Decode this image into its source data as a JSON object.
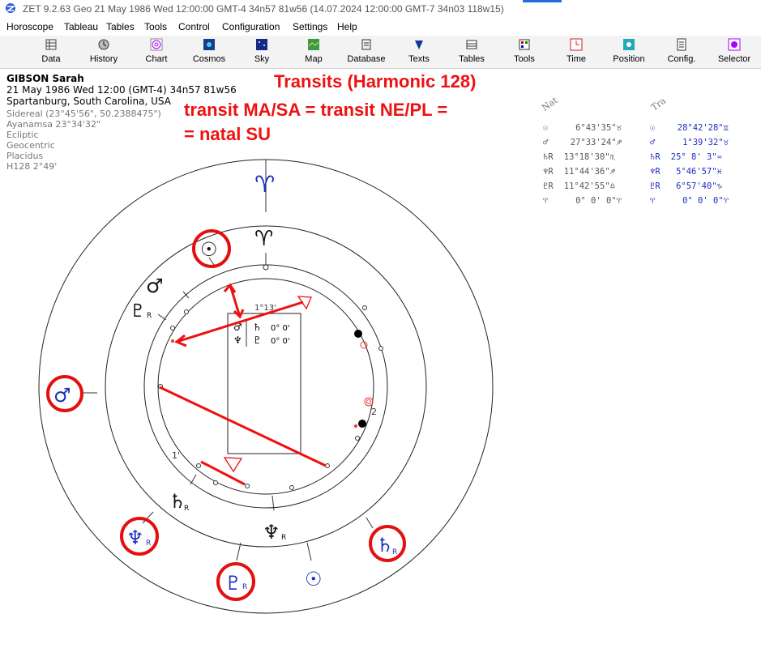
{
  "titlebar": {
    "text": "ZET 9.2.63 Geo   21 May 1986  Wed  12:00:00 GMT-4 34n57  81w56  (14.07.2024  12:00:00 GMT-7 34n03 118w15)"
  },
  "menu": [
    "Horoscope",
    "Tableau",
    "Tables",
    "Tools",
    "Control",
    "Configuration",
    "Settings",
    "Help"
  ],
  "toolbar": [
    {
      "label": "Data",
      "icon": "data-icon"
    },
    {
      "label": "History",
      "icon": "history-icon"
    },
    {
      "label": "Chart",
      "icon": "chart-icon"
    },
    {
      "label": "Cosmos",
      "icon": "cosmos-icon"
    },
    {
      "label": "Sky",
      "icon": "sky-icon"
    },
    {
      "label": "Map",
      "icon": "map-icon"
    },
    {
      "label": "Database",
      "icon": "database-icon"
    },
    {
      "label": "Texts",
      "icon": "texts-icon"
    },
    {
      "label": "Tables",
      "icon": "tables-icon"
    },
    {
      "label": "Tools",
      "icon": "tools-icon"
    },
    {
      "label": "Time",
      "icon": "time-icon"
    },
    {
      "label": "Position",
      "icon": "position-icon"
    },
    {
      "label": "Config.",
      "icon": "config-icon"
    },
    {
      "label": "Selector",
      "icon": "selector-icon"
    }
  ],
  "chart_info": {
    "name": "GIBSON Sarah",
    "datetime": "21 May 1986  Wed  12:00 (GMT-4) 34n57  81w56",
    "place": "Spartanburg, South Carolina, USA",
    "sidereal": "Sidereal (23°45'56\", 50.2388475\")",
    "ayanamsa": "Ayanamsa 23°34'32\"",
    "ecliptic": "Ecliptic",
    "geocentric": "Geocentric",
    "house_system": "Placidus",
    "harmonic": "H128   2°49'"
  },
  "annotations": {
    "title": "Transits (Harmonic 128)",
    "line1": "transit MA/SA = transit NE/PL =",
    "line2": "= natal SU"
  },
  "table": {
    "nat_header": "Nat",
    "tra_header": "Tra",
    "nat_rows": [
      {
        "glyph": "☉",
        "value": "6°43'35\"",
        "sign": "♉"
      },
      {
        "glyph": "♂",
        "value": "27°33'24\"",
        "sign": "♐"
      },
      {
        "glyph": "♄R",
        "value": "13°18'30\"",
        "sign": "♏"
      },
      {
        "glyph": "♆R",
        "value": "11°44'36\"",
        "sign": "♐"
      },
      {
        "glyph": "♇R",
        "value": "11°42'55\"",
        "sign": "♎"
      },
      {
        "glyph": "♈",
        "value": "0° 0' 0\"",
        "sign": "♈"
      }
    ],
    "tra_rows": [
      {
        "glyph": "☉",
        "value": "28°42'28\"",
        "sign": "♊"
      },
      {
        "glyph": "♂",
        "value": "1°39'32\"",
        "sign": "♉"
      },
      {
        "glyph": "♄R",
        "value": "25° 8' 3\"",
        "sign": "♒"
      },
      {
        "glyph": "♆R",
        "value": "5°46'57\"",
        "sign": "♓"
      },
      {
        "glyph": "♇R",
        "value": "6°57'40\"",
        "sign": "♑"
      },
      {
        "glyph": "♈",
        "value": "0° 0' 0\"",
        "sign": "♈"
      }
    ]
  },
  "wheel": {
    "aries_outer": "♈",
    "aries_inner": "♈",
    "natal_planets": {
      "sun": "☉",
      "mars": "♂",
      "pluto": "♇",
      "saturn": "♄",
      "neptune": "♆",
      "retro": "R"
    },
    "transit_planets": {
      "mars": "♂",
      "neptune": "♆",
      "pluto": "♇",
      "saturn": "♄",
      "sun": "☉",
      "retro": "R"
    },
    "inner_box": {
      "header": "1°13'",
      "row1": {
        "a": "♂",
        "b": "♄",
        "value": "0° 0'"
      },
      "row2": {
        "a": "♆",
        "b": "♇",
        "value": "0° 0'"
      }
    },
    "marks": {
      "one": "1'",
      "two": "2"
    }
  },
  "colors": {
    "annotation": "#ee1111",
    "transit": "#1b2fbf",
    "natal": "#111111",
    "accent": "#1e6fd9"
  }
}
